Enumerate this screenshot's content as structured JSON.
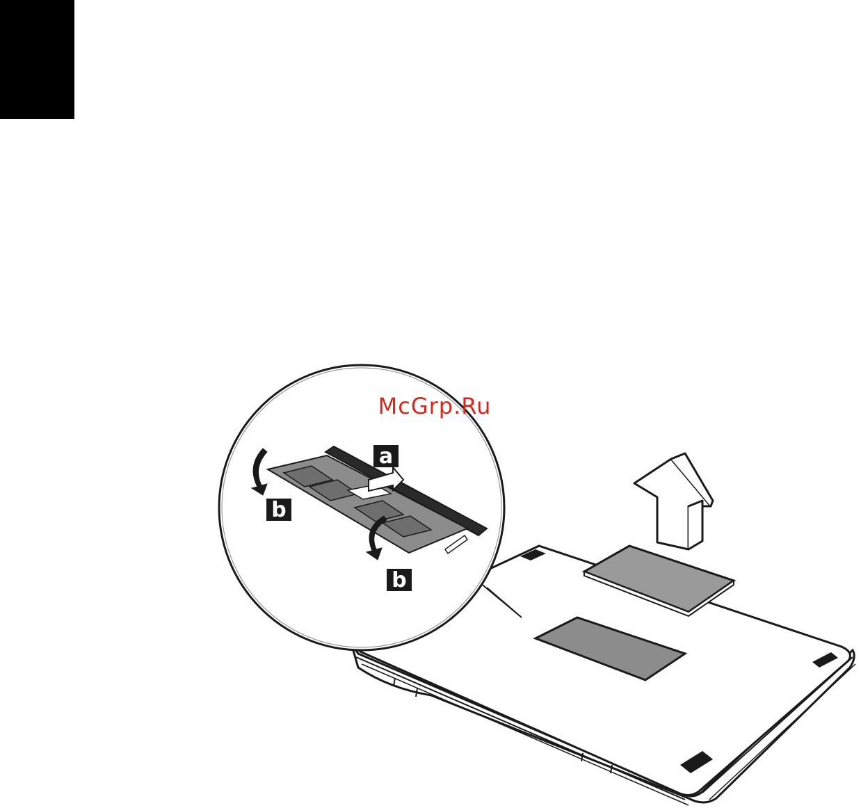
{
  "watermark": {
    "text": "McGrp.Ru",
    "color": "#d9261c"
  },
  "callouts": {
    "a": "a",
    "b_left": "b",
    "b_bottom": "b"
  },
  "colors": {
    "tab_block": "#000000",
    "line": "#1a1a1a",
    "panel_fill": "#9a9a9a",
    "module_fill": "#8c8c8c"
  }
}
